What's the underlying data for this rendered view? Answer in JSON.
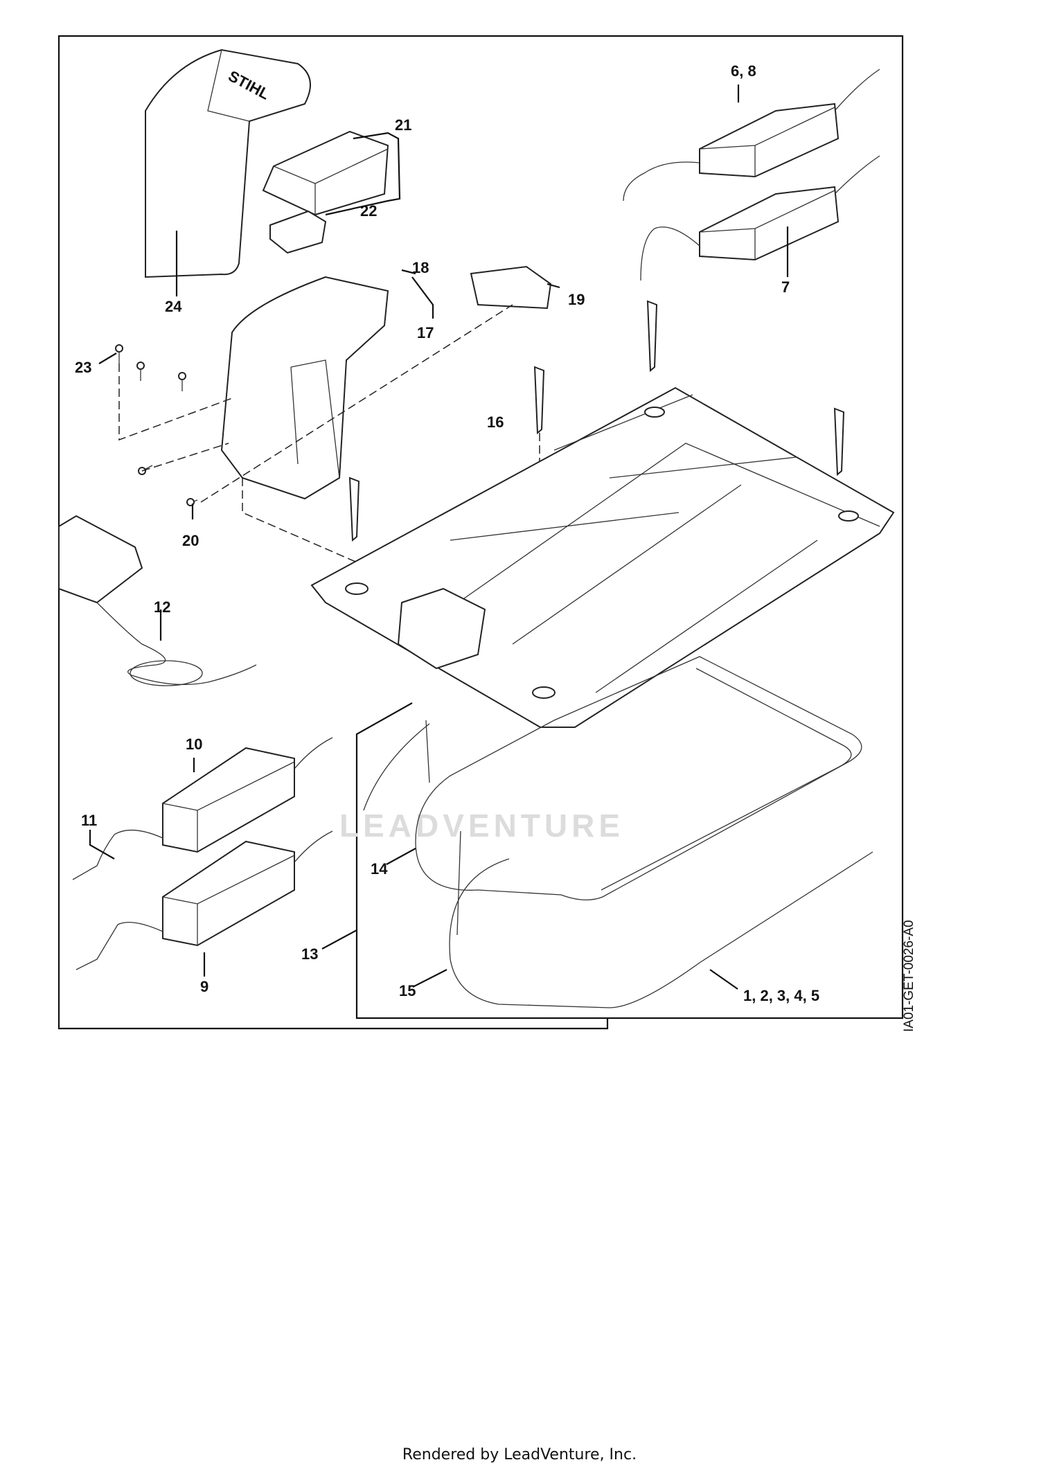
{
  "labels": {
    "l_24": "24",
    "l_21": "21",
    "l_22": "22",
    "l_6_8": "6, 8",
    "l_7": "7",
    "l_18": "18",
    "l_17": "17",
    "l_19": "19",
    "l_23": "23",
    "l_16": "16",
    "l_20": "20",
    "l_12": "12",
    "l_10": "10",
    "l_11": "11",
    "l_9": "9",
    "l_14": "14",
    "l_13": "13",
    "l_15": "15",
    "l_1_5": "1, 2, 3, 4, 5"
  },
  "brand_text": "STIHL",
  "drawing_code": "IA01-GET-0026-A0",
  "watermark": "LEADVENTURE",
  "footer": "Rendered by LeadVenture, Inc."
}
